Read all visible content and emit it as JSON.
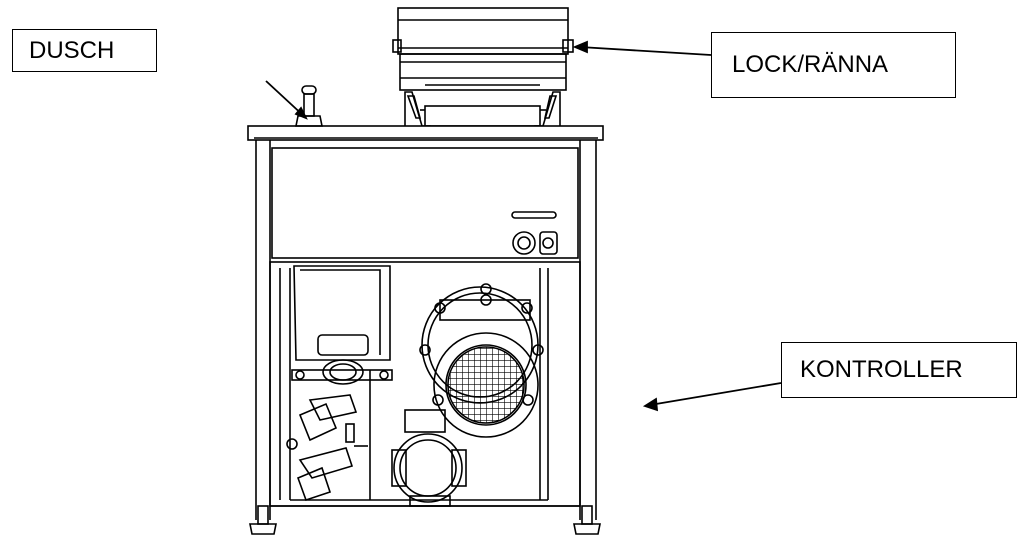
{
  "callouts": {
    "dusch": "DUSCH",
    "lock": "LOCK/RÄNNA",
    "kontroller": "KONTROLLER"
  },
  "colors": {
    "line": "#000000",
    "background": "#ffffff"
  }
}
